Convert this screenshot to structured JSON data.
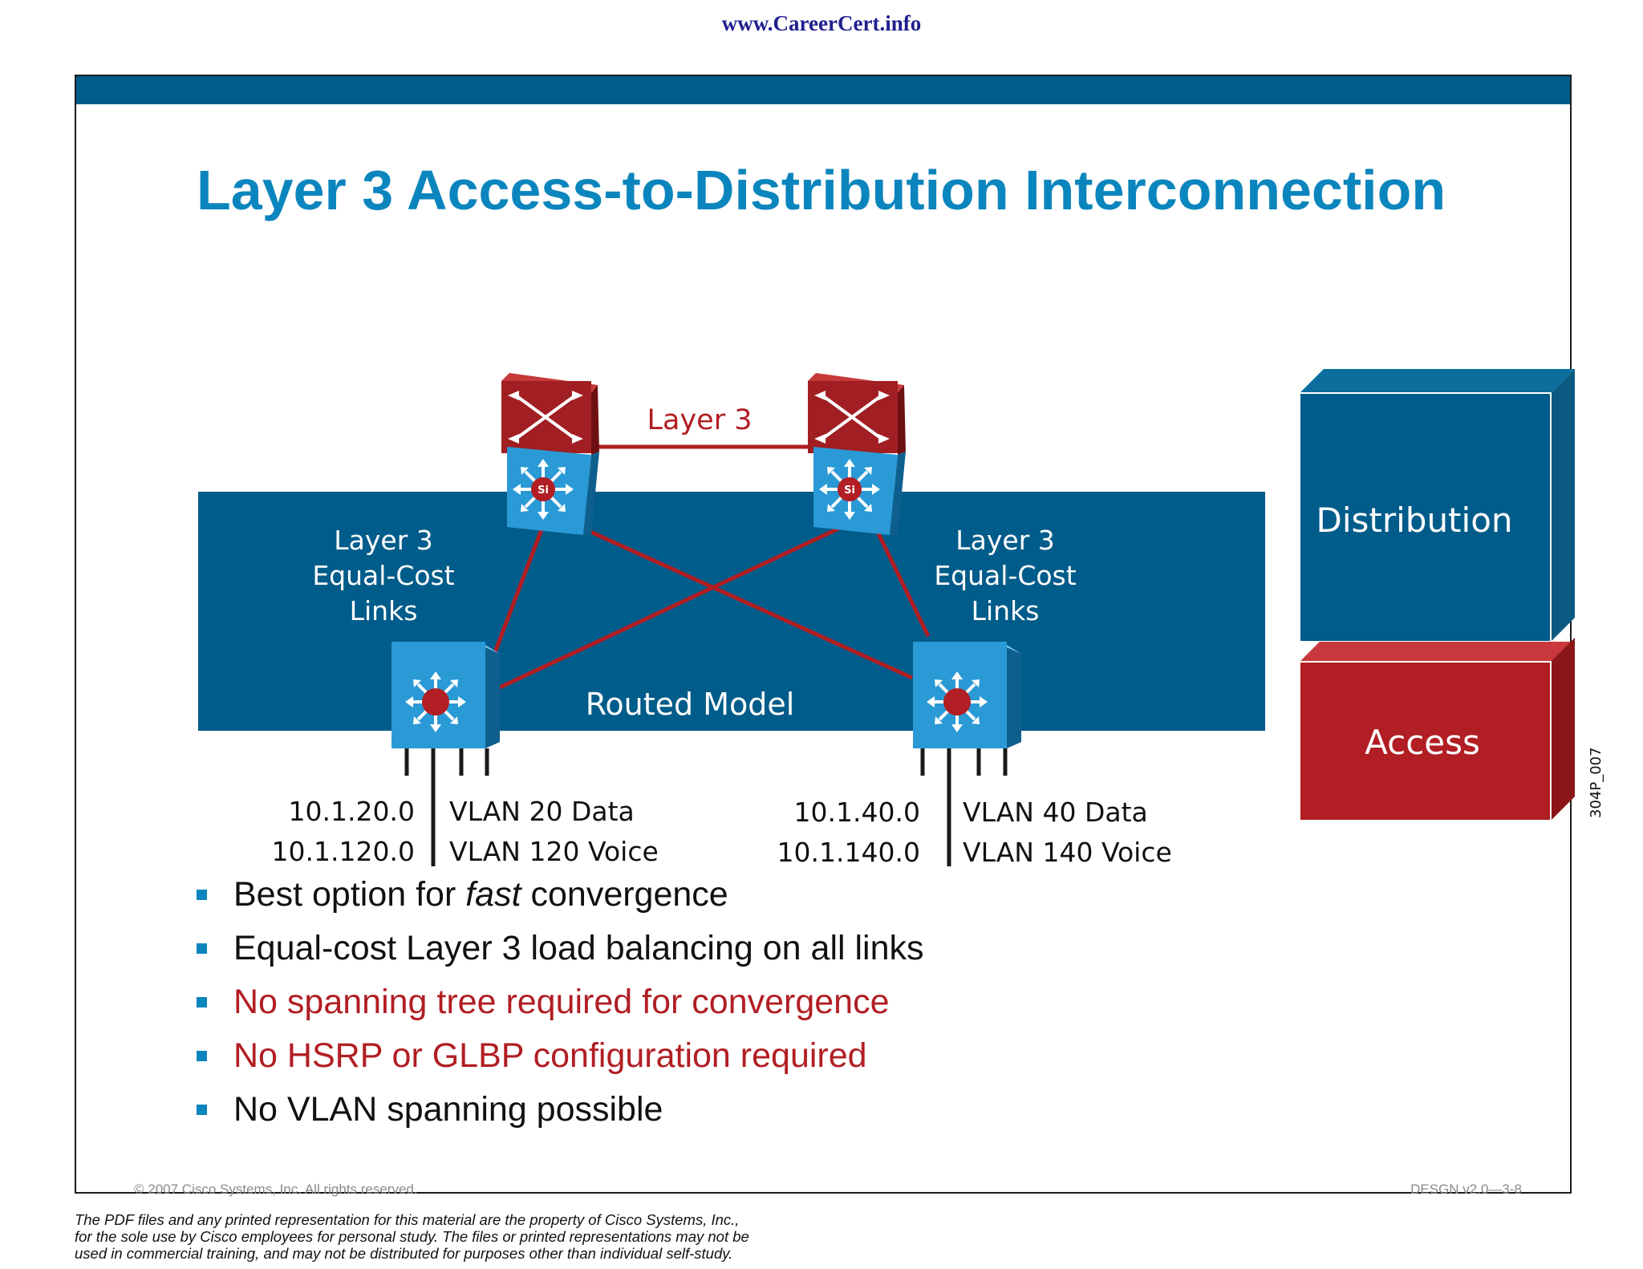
{
  "header": {
    "url": "www.CareerCert.info"
  },
  "slide": {
    "title": "Layer 3 Access-to-Distribution Interconnection",
    "diagram": {
      "link_label_top": "Layer 3",
      "left_links_label": [
        "Layer 3",
        "Equal-Cost",
        "Links"
      ],
      "right_links_label": [
        "Layer 3",
        "Equal-Cost",
        "Links"
      ],
      "model_label": "Routed Model",
      "switch_badge": "Si",
      "left_subnets": [
        "10.1.20.0",
        "10.1.120.0"
      ],
      "left_vlans": [
        "VLAN 20 Data",
        "VLAN 120 Voice"
      ],
      "right_subnets": [
        "10.1.40.0",
        "10.1.140.0"
      ],
      "right_vlans": [
        "VLAN 40 Data",
        "VLAN 140 Voice"
      ],
      "layer_distribution": "Distribution",
      "layer_access": "Access",
      "figure_id": "304P_007"
    },
    "bullets": [
      {
        "before": "Best option for ",
        "em": "fast",
        "after": " convergence",
        "highlight": false
      },
      {
        "before": "Equal-cost Layer 3 load balancing on all links",
        "em": "",
        "after": "",
        "highlight": false
      },
      {
        "before": "No spanning tree required for convergence",
        "em": "",
        "after": "",
        "highlight": true
      },
      {
        "before": "No HSRP or GLBP configuration required",
        "em": "",
        "after": "",
        "highlight": true
      },
      {
        "before": "No VLAN spanning possible",
        "em": "",
        "after": "",
        "highlight": false
      }
    ],
    "footer_left": "© 2007 Cisco Systems, Inc. All rights reserved.",
    "footer_right": "DESGN v2.0—3-8"
  },
  "disclaimer": [
    "The PDF files and any printed representation for this material are the property of Cisco Systems, Inc.,",
    "for the sole use by Cisco employees for personal study. The files or printed representations may not be",
    "used in commercial training, and may not be distributed for purposes other than individual self-study."
  ],
  "colors": {
    "title_blue": "#0b85bd",
    "band_blue": "#005c8a",
    "link_red": "#b11e23",
    "switch_blue": "#2a9ad6",
    "access_red": "#b11e23"
  }
}
